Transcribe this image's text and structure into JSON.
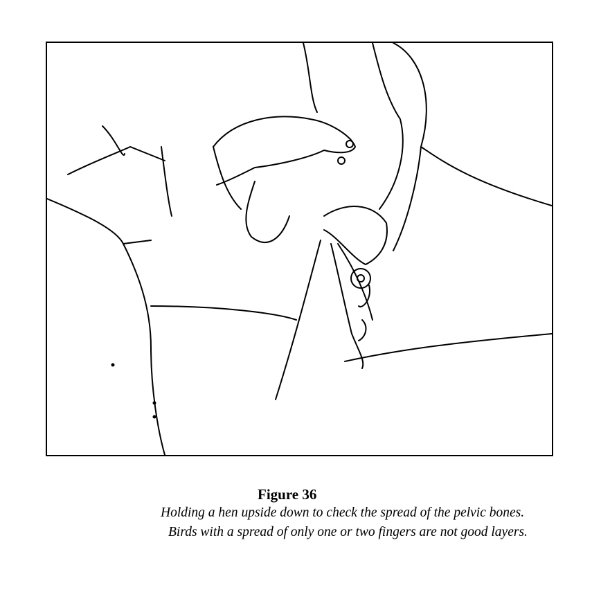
{
  "figure": {
    "illustration": "hen-held-upside-down-drawing",
    "title": "Figure 36",
    "caption_lines": [
      "Holding a hen upside down to check the spread of the pelvic bones.",
      "Birds with a spread of only one or two fingers are not good layers."
    ]
  }
}
